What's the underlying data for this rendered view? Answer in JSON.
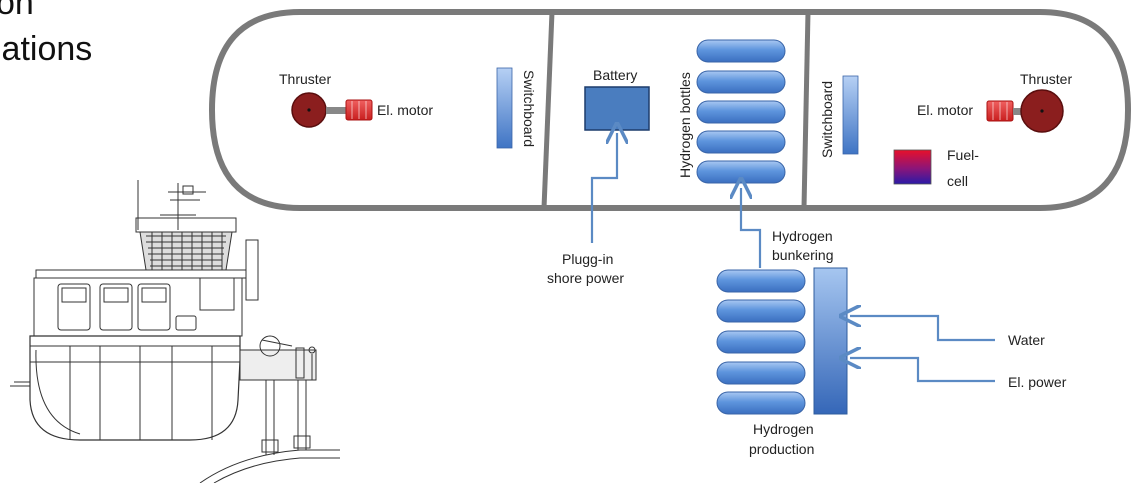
{
  "slide": {
    "title_fragment_1": "on",
    "title_fragment_2": "lations"
  },
  "diagram": {
    "left_thruster": "Thruster",
    "left_motor": "El. motor",
    "left_switchboard": "Switchboard",
    "battery": "Battery",
    "hydrogen_bottles": "Hydrogen bottles",
    "right_switchboard": "Switchboard",
    "right_thruster": "Thruster",
    "right_motor": "El. motor",
    "fuel_cell_line1": "Fuel-",
    "fuel_cell_line2": "cell",
    "shore_power_line1": "Plugg-in",
    "shore_power_line2": "shore power",
    "bunkering_line1": "Hydrogen",
    "bunkering_line2": "bunkering",
    "water": "Water",
    "el_power": "El. power",
    "production_line1": "Hydrogen",
    "production_line2": "production"
  },
  "colors": {
    "hull_outline": "#7a7a7a",
    "thruster": "#8b1e1e",
    "motor": "#e03a3a",
    "pipe": "#5b8ac4",
    "battery": "#4a7dbf",
    "bottle": "#4f8ad8",
    "fuel_cell_top": "#e8102a",
    "fuel_cell_bottom": "#2a1aa8"
  }
}
